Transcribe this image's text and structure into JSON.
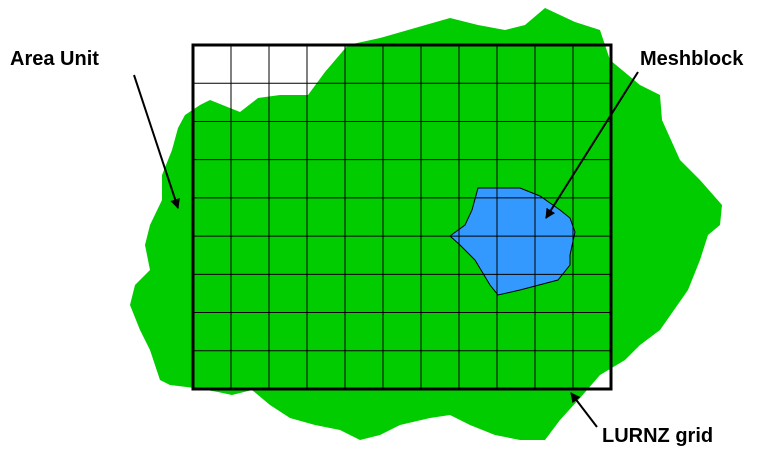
{
  "labels": {
    "area_unit": "Area Unit",
    "meshblock": "Meshblock",
    "lurnz_grid": "LURNZ grid"
  },
  "grid": {
    "columns": 11,
    "rows": 9
  },
  "colors": {
    "area_unit_fill": "#00CC00",
    "meshblock_fill": "#3399FF",
    "grid_line": "#000000",
    "background": "#FFFFFF"
  }
}
